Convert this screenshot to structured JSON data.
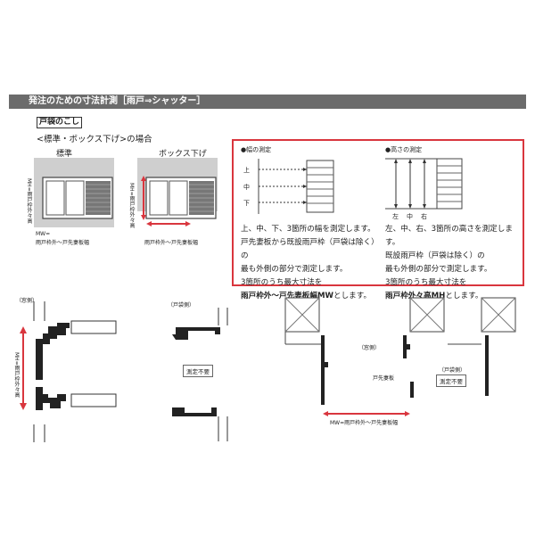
{
  "header": {
    "title": "発注のための寸法計測［雨戸⇒シャッター］"
  },
  "section": {
    "label": "戸袋のこし",
    "sub": "<標準・ボックス下げ>の場合"
  },
  "panels": {
    "standard": "標準",
    "box_down": "ボックス下げ",
    "mh_label": "MH=雨戸枠外々高",
    "mw_label1": "MW=",
    "mw_label2": "雨戸枠外〜戸先妻板幅",
    "mw_label_b": "雨戸枠外〜戸先妻板幅"
  },
  "width_measure": {
    "title": "●幅の測定",
    "rows": [
      "上",
      "中",
      "下"
    ],
    "lines": [
      "上、中、下、3箇所の幅を測定します。",
      "戸先妻板から既設雨戸枠（戸袋は除く）の",
      "最も外側の部分で測定します。",
      "3箇所のうち最大寸法を"
    ],
    "result_prefix": "雨戸枠外〜戸先妻板幅MW",
    "result_suffix": "とします。"
  },
  "height_measure": {
    "title": "●高さの測定",
    "cols": [
      "左",
      "中",
      "右"
    ],
    "lines": [
      "左、中、右、3箇所の高さを測定します。",
      "既設雨戸枠（戸袋は除く）の",
      "最も外側の部分で測定します。",
      "3箇所のうち最大寸法を"
    ],
    "result_prefix": "雨戸枠外々高MH",
    "result_suffix": "とします。"
  },
  "bottom": {
    "window_side": "（窓側）",
    "tobukuro_side": "（戸袋側）",
    "no_measure": "測定不要",
    "mh_vertical": "MH=雨戸枠外々高",
    "room_side": "（窓側）",
    "tosaki": "戸先妻板",
    "tobukuro_side2": "（戸袋側）",
    "no_measure2": "測定不要",
    "mw_bottom": "MW=雨戸枠外〜戸先妻板幅"
  },
  "colors": {
    "accent_red": "#d9363e",
    "header_gray": "#6b6b6b"
  }
}
